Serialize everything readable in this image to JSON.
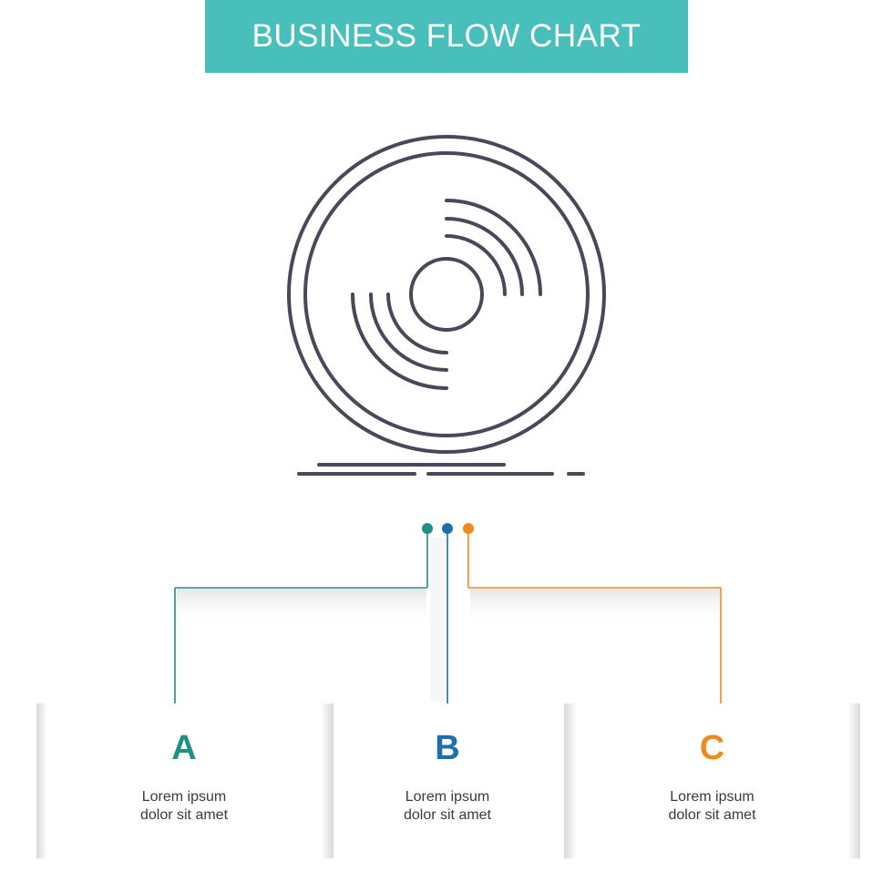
{
  "title": "BUSINESS FLOW CHART",
  "colors": {
    "banner": "#48bfba",
    "icon_stroke": "#4a4858",
    "branch_a": "#1f9086",
    "branch_b": "#1f6fa8",
    "branch_c": "#ef8a1d"
  },
  "icon": "vinyl-disc-icon",
  "options": [
    {
      "letter": "A",
      "line1": "Lorem ipsum",
      "line2": "dolor sit amet"
    },
    {
      "letter": "B",
      "line1": "Lorem ipsum",
      "line2": "dolor sit amet"
    },
    {
      "letter": "C",
      "line1": "Lorem ipsum",
      "line2": "dolor sit amet"
    }
  ]
}
